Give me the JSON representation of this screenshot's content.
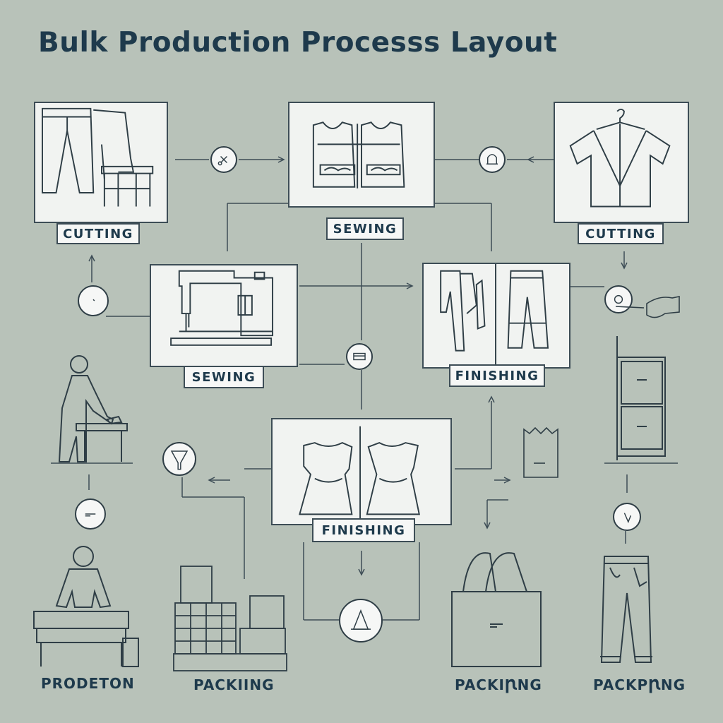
{
  "title": "Bulk Production Processs Layout",
  "stages": {
    "cutting_left": "CUTTING",
    "sewing_top": "SEWING",
    "cutting_right": "CUTTING",
    "sewing_mid": "SEWING",
    "finishing_mid": "FINISHING",
    "finishing_bottom": "FINISHING"
  },
  "bottom_labels": {
    "prodeton": "PRODETON",
    "packing_1": "PACKIING",
    "packing_2": "PACKIꞂNG",
    "packing_3": "PACKPꞂNG"
  },
  "icons": {
    "cutting_left": "trousers-and-table-icon",
    "sewing_top": "garment-vests-icon",
    "cutting_right": "shirt-on-hanger-icon",
    "sewing_mid": "sewing-machine-icon",
    "finishing_mid": "pants-icon",
    "finishing_bottom": "dress-tops-icon"
  },
  "colors": {
    "background": "#b8c2b9",
    "line": "#3d4d56",
    "panel": "#f1f3f1",
    "text": "#1e3a4c"
  }
}
